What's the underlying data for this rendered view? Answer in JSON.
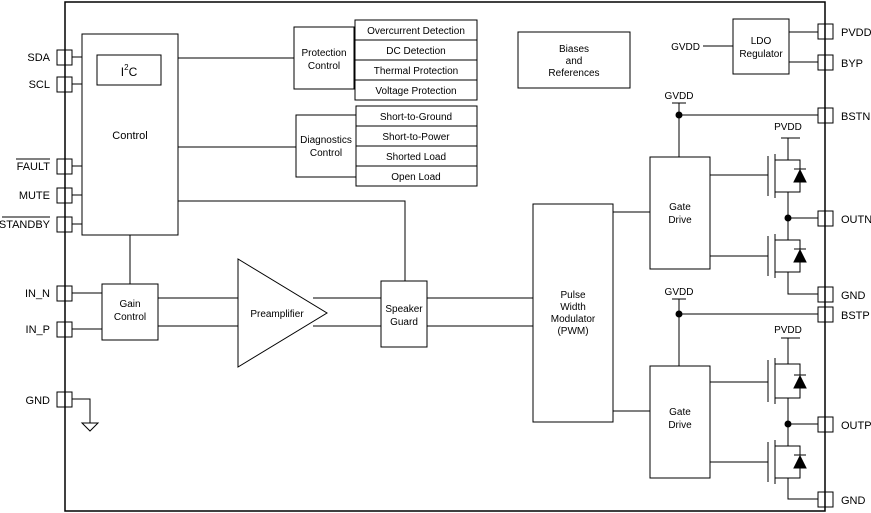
{
  "pins_left": {
    "sda": "SDA",
    "scl": "SCL",
    "fault": "FAULT",
    "mute": "MUTE",
    "standby": "STANDBY",
    "in_n": "IN_N",
    "in_p": "IN_P",
    "gnd": "GND"
  },
  "pins_right": {
    "pvdd": "PVDD",
    "byp": "BYP",
    "bstn": "BSTN",
    "outn": "OUTN",
    "gnd_n": "GND",
    "bstp": "BSTP",
    "outp": "OUTP",
    "gnd_p": "GND"
  },
  "blocks": {
    "control": "Control",
    "i2c_base": "I",
    "i2c_sup": "2",
    "i2c_tail": "C",
    "protection_line1": "Protection",
    "protection_line2": "Control",
    "diagnostics_line1": "Diagnostics",
    "diagnostics_line2": "Control",
    "biases_line1": "Biases",
    "biases_line2": "and",
    "biases_line3": "References",
    "ldo_line1": "LDO",
    "ldo_line2": "Regulator",
    "gain_line1": "Gain",
    "gain_line2": "Control",
    "preamp": "Preamplifier",
    "guard_line1": "Speaker",
    "guard_line2": "Guard",
    "pwm_line1": "Pulse",
    "pwm_line2": "Width",
    "pwm_line3": "Modulator",
    "pwm_line4": "(PWM)",
    "gate_top_line1": "Gate",
    "gate_top_line2": "Drive",
    "gate_bot_line1": "Gate",
    "gate_bot_line2": "Drive"
  },
  "protection_items": [
    "Overcurrent Detection",
    "DC Detection",
    "Thermal Protection",
    "Voltage Protection"
  ],
  "diagnostics_items": [
    "Short-to-Ground",
    "Short-to-Power",
    "Shorted Load",
    "Open Load"
  ],
  "rails": {
    "gvdd_ldo": "GVDD",
    "gvdd_top": "GVDD",
    "gvdd_bot": "GVDD",
    "pvdd_top": "PVDD",
    "pvdd_bot": "PVDD"
  }
}
